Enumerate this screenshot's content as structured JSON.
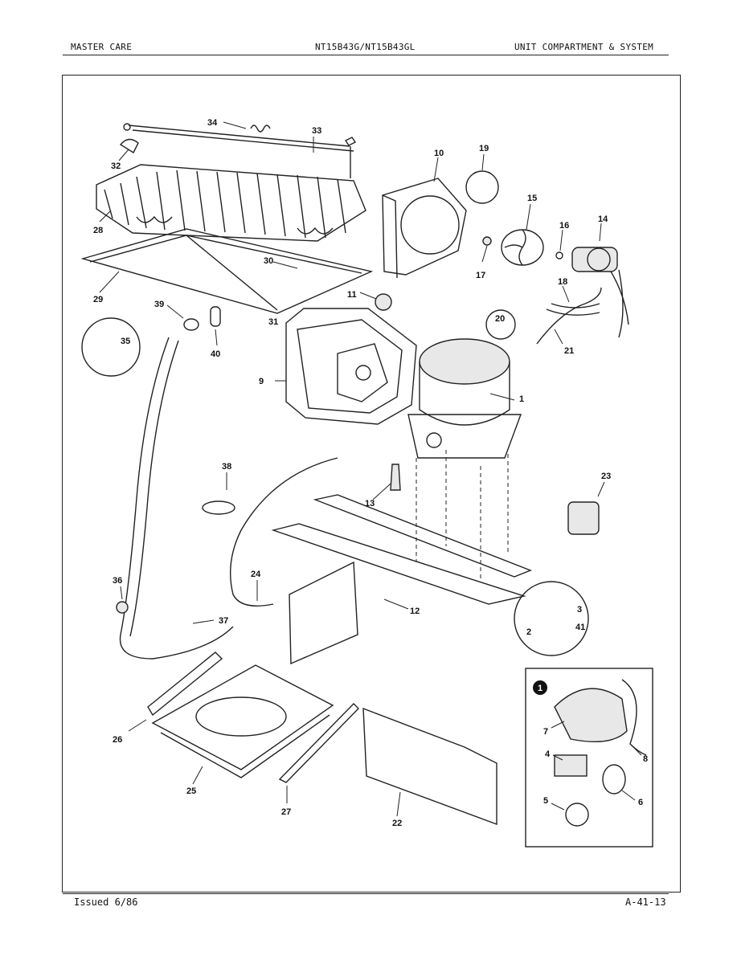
{
  "header": {
    "left": "MASTER CARE",
    "center": "NT15B43G/NT15B43GL",
    "right": "UNIT COMPARTMENT & SYSTEM"
  },
  "footer": {
    "left": "Issued 6/86",
    "right": "A-41-13"
  },
  "diagram": {
    "inset_marker": "1",
    "callouts": {
      "c1": "1",
      "c2": "2",
      "c3": "3",
      "c4": "4",
      "c5": "5",
      "c6": "6",
      "c7": "7",
      "c8": "8",
      "c9": "9",
      "c10": "10",
      "c11": "11",
      "c12": "12",
      "c13": "13",
      "c14": "14",
      "c15": "15",
      "c16": "16",
      "c17": "17",
      "c18": "18",
      "c19": "19",
      "c20": "20",
      "c21": "21",
      "c22": "22",
      "c23": "23",
      "c24": "24",
      "c25": "25",
      "c26": "26",
      "c27": "27",
      "c28": "28",
      "c29": "29",
      "c30": "30",
      "c31": "31",
      "c32": "32",
      "c33": "33",
      "c34": "34",
      "c35": "35",
      "c36": "36",
      "c37": "37",
      "c38": "38",
      "c39": "39",
      "c40": "40",
      "c41": "41"
    }
  }
}
